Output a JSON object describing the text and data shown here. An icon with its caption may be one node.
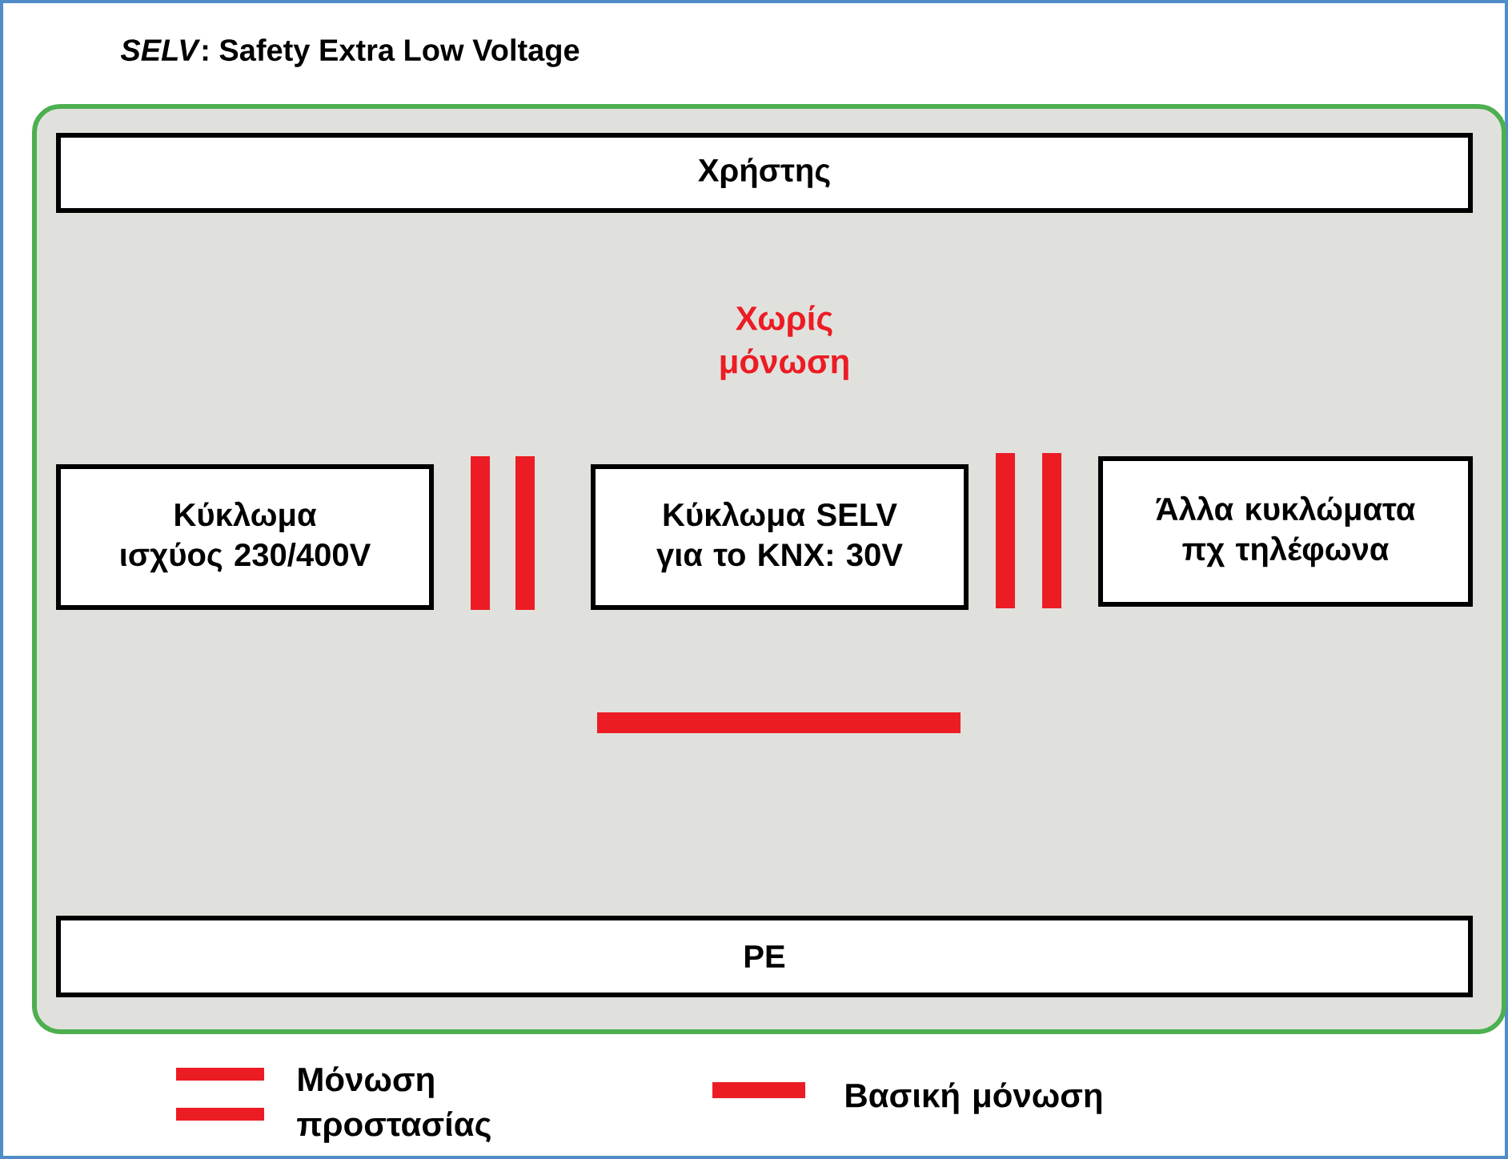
{
  "diagram": {
    "title": "*SELV*: Safety Extra Low Voltage",
    "nodes": [
      {
        "text": [],
        "shape": "box"
      },
      {
        "text": [
          "Χρήστης"
        ],
        "in": 0
      },
      {
        "text": [
          "Κύκλωμα ισχύος 230/400V"
        ],
        "in": 0
      },
      {
        "text": [
          "Κύκλωμα SELV για το KNX: 30V"
        ],
        "in": 0
      },
      {
        "text": [
          "Άλλα κυκλώματα πχ τηλέφωνα"
        ],
        "in": 0
      },
      {
        "text": [
          "PE"
        ],
        "in": 0
      }
    ],
    "labels": [
      "Χωρίς μόνωση"
    ],
    "legend": [
      {
        "text": "Μόνωση προστασίας",
        "color": "#ec1c24"
      },
      {
        "text": "Βασική μόνωση",
        "color": "#ec1c24"
      }
    ]
  }
}
